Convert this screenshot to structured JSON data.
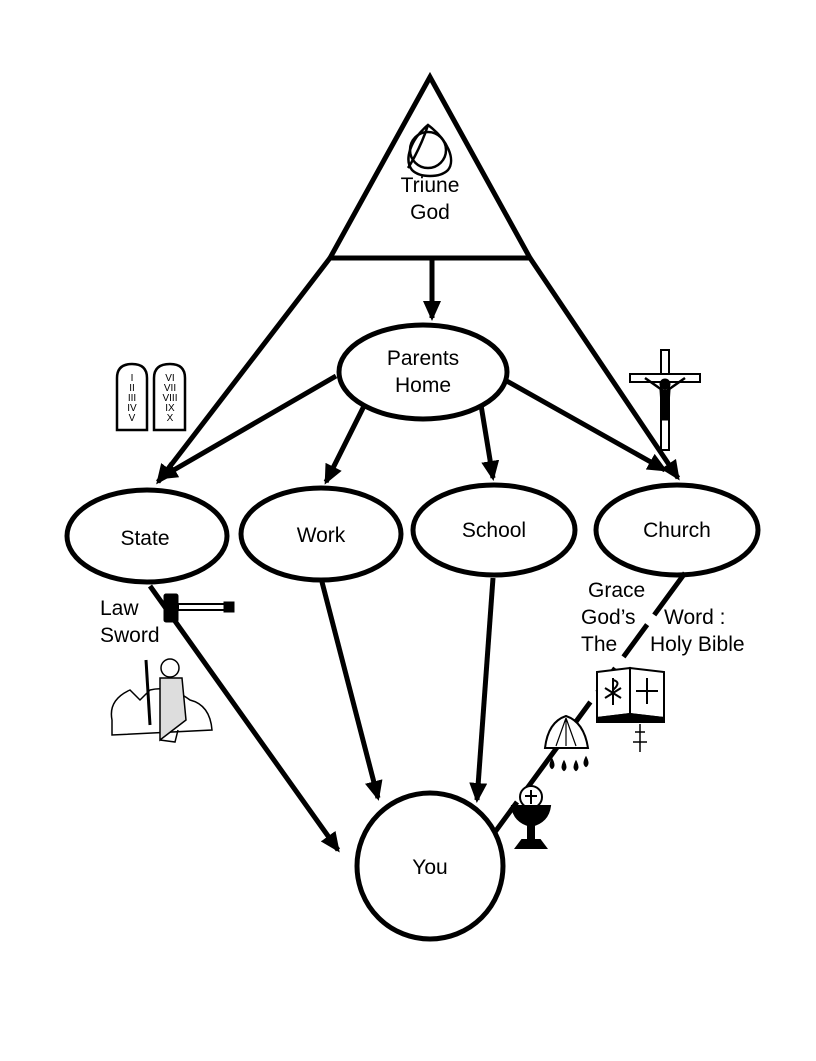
{
  "nodes": {
    "god": {
      "line1": "Triune",
      "line2": "God"
    },
    "parents": {
      "line1": "Parents",
      "line2": "Home"
    },
    "state": "State",
    "work": "Work",
    "school": "School",
    "church": "Church",
    "you": "You"
  },
  "annotations": {
    "law": "Law",
    "sword": "Sword",
    "grace": "Grace",
    "gods": "God’s",
    "word": "Word :",
    "the": "The",
    "holy_bible": "Holy Bible"
  },
  "tablets": {
    "left": [
      "I",
      "II",
      "III",
      "IV",
      "V"
    ],
    "right": [
      "VI",
      "VII",
      "VIII",
      "IX",
      "X"
    ]
  },
  "icons": {
    "trinity": "triquetra-icon",
    "tablets": "ten-commandments-icon",
    "crucifix": "crucifix-icon",
    "gavel": "gavel-icon",
    "soldier": "soldier-icon",
    "bible": "bible-icon",
    "shell": "baptism-shell-icon",
    "chalice": "chalice-icon"
  },
  "colors": {
    "ink": "#000000",
    "paper": "#ffffff"
  }
}
